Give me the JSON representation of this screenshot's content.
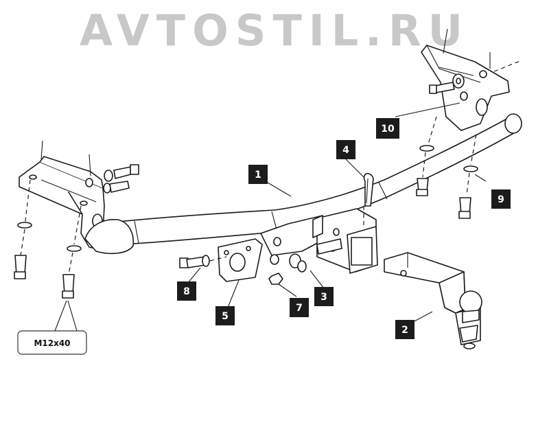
{
  "watermark": "AVTOSTIL.RU",
  "spec_label": "M12x40",
  "callouts": [
    {
      "id": "1",
      "label": "1"
    },
    {
      "id": "2",
      "label": "2"
    },
    {
      "id": "3",
      "label": "3"
    },
    {
      "id": "4",
      "label": "4"
    },
    {
      "id": "5",
      "label": "5"
    },
    {
      "id": "7",
      "label": "7"
    },
    {
      "id": "8",
      "label": "8"
    },
    {
      "id": "9",
      "label": "9"
    },
    {
      "id": "10",
      "label": "10"
    }
  ],
  "colors": {
    "line": "#1a1a1a",
    "callout": "#1c1c1c",
    "watermark": "#c8c8c8"
  }
}
